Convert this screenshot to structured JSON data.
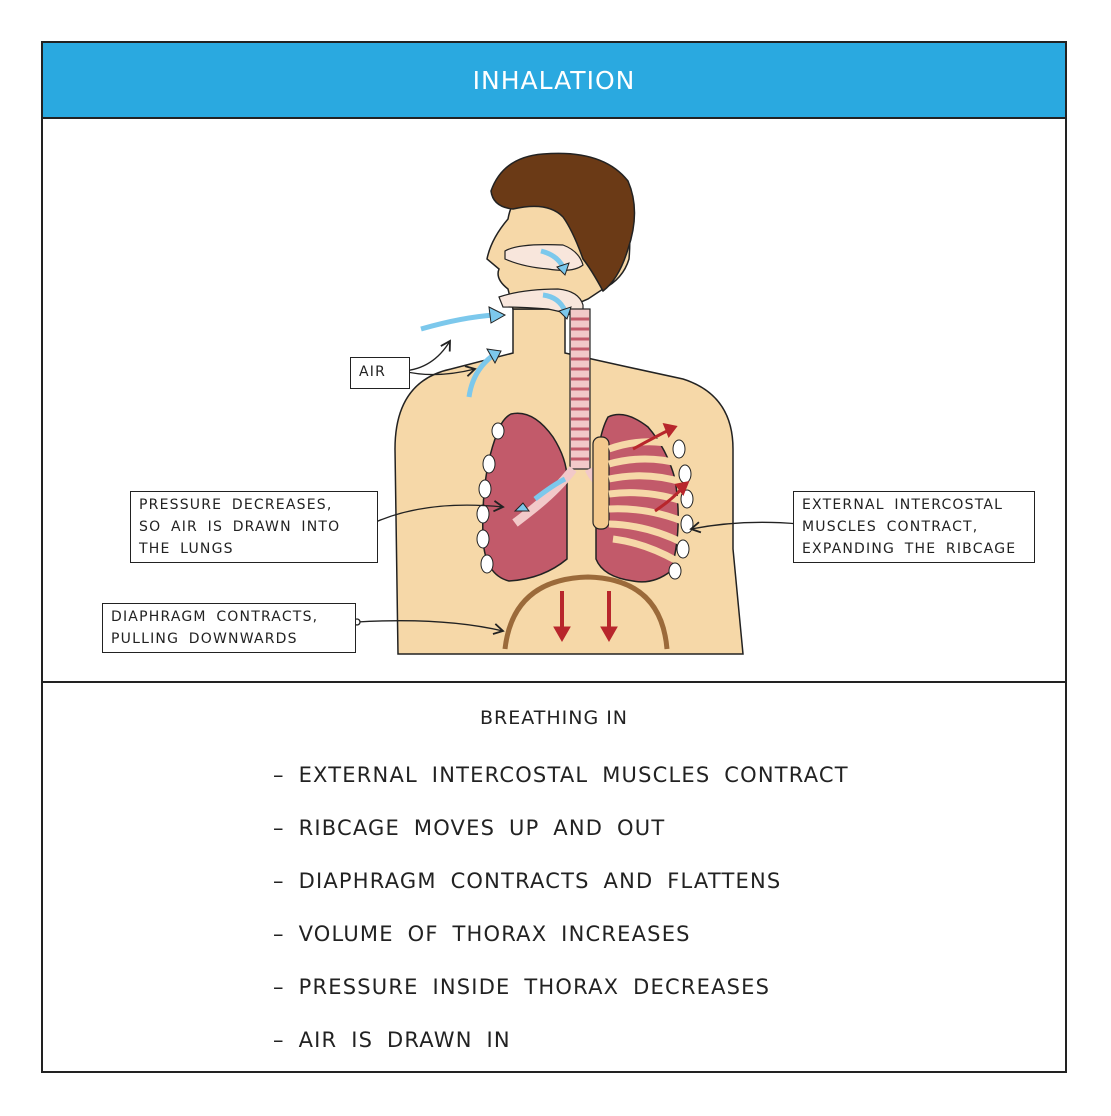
{
  "header": {
    "title": "INHALATION"
  },
  "callouts": {
    "air": "AIR",
    "pressure_line1": "PRESSURE DECREASES,",
    "pressure_line2": "SO AIR IS DRAWN INTO",
    "pressure_line3": "THE LUNGS",
    "diaphragm_line1": "DIAPHRAGM CONTRACTS,",
    "diaphragm_line2": "PULLING DOWNWARDS",
    "intercostal_line1": "EXTERNAL INTERCOSTAL",
    "intercostal_line2": "MUSCLES CONTRACT,",
    "intercostal_line3": "EXPANDING THE RIBCAGE"
  },
  "summary": {
    "heading": "BREATHING IN",
    "items": [
      "– EXTERNAL INTERCOSTAL MUSCLES CONTRACT",
      "– RIBCAGE MOVES UP AND OUT",
      "– DIAPHRAGM CONTRACTS AND FLATTENS",
      "– VOLUME OF THORAX INCREASES",
      "– PRESSURE INSIDE THORAX DECREASES",
      "– AIR IS DRAWN IN"
    ]
  },
  "colors": {
    "header": "#2aa9e0",
    "skin": "#f6d8a8",
    "hair": "#6b3a16",
    "lung": "#c25a6a",
    "diaphragm": "#9b6a3a",
    "air_arrow": "#7cc8ec",
    "muscle_arrow": "#b8262c"
  }
}
